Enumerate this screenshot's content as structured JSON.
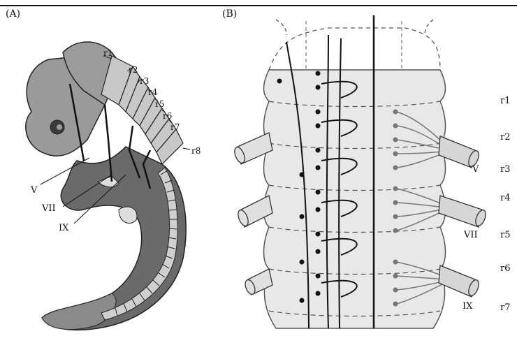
{
  "panels": [
    {
      "id": "A",
      "label": "(A)"
    },
    {
      "id": "B",
      "label": "(B)"
    }
  ],
  "panel_a": {
    "rhombomere_labels": [
      "r1",
      "r2",
      "r3",
      "r4",
      "r5",
      "r6",
      "r7",
      "r8"
    ],
    "nerve_labels": [
      "V",
      "VII",
      "IX"
    ]
  },
  "panel_b": {
    "rhombomere_labels": [
      "r1",
      "r2",
      "r3",
      "r4",
      "r5",
      "r6",
      "r7"
    ],
    "nerve_labels": [
      "V",
      "VII",
      "IX"
    ]
  },
  "colors": {
    "ink": "#111111",
    "tissue_dark": "#5c5c5c",
    "tissue_mid": "#8a8a8a",
    "tissue_light": "#bdbdbd",
    "neural_tube": "#e3e3e3"
  }
}
